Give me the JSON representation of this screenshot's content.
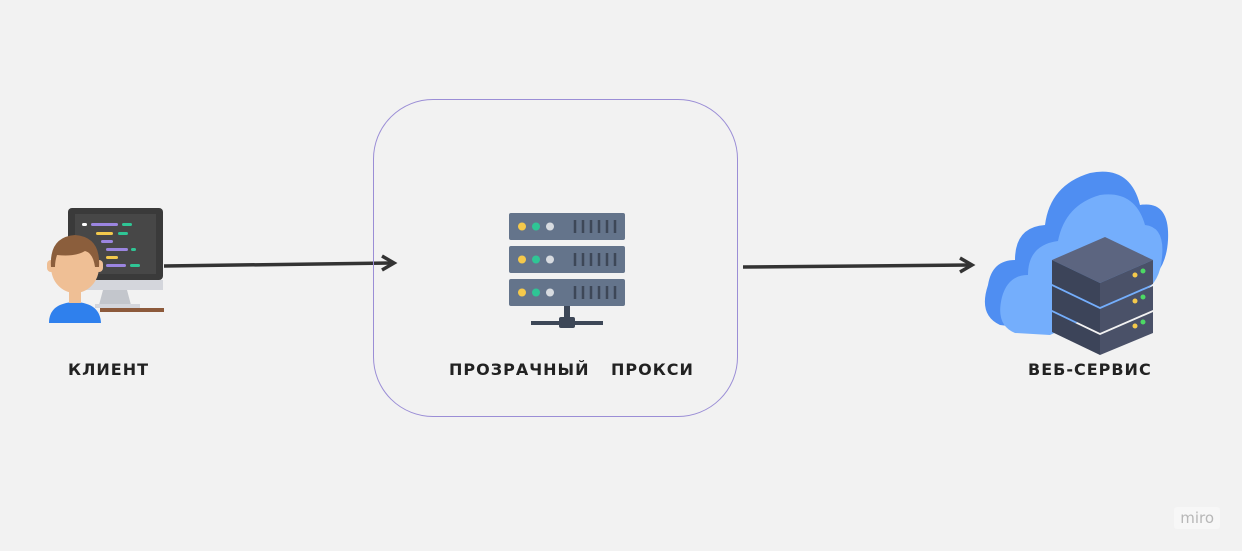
{
  "nodes": {
    "client": {
      "label": "КЛИЕНТ",
      "icon": "developer-at-computer-icon"
    },
    "proxy": {
      "label_1": "ПРОЗРАЧНЫЙ",
      "label_2": "ПРОКСИ",
      "icon": "server-rack-icon"
    },
    "service": {
      "label": "ВЕБ-СЕРВИС",
      "icon": "cloud-server-icon"
    }
  },
  "edges": [
    {
      "from": "client",
      "to": "proxy"
    },
    {
      "from": "proxy",
      "to": "service"
    }
  ],
  "colors": {
    "background": "#f2f2f2",
    "proxy_border": "#9b8ed6",
    "arrow": "#333333",
    "cloud": "#5b95f5",
    "server": "#4a5168"
  },
  "watermark": "miro"
}
